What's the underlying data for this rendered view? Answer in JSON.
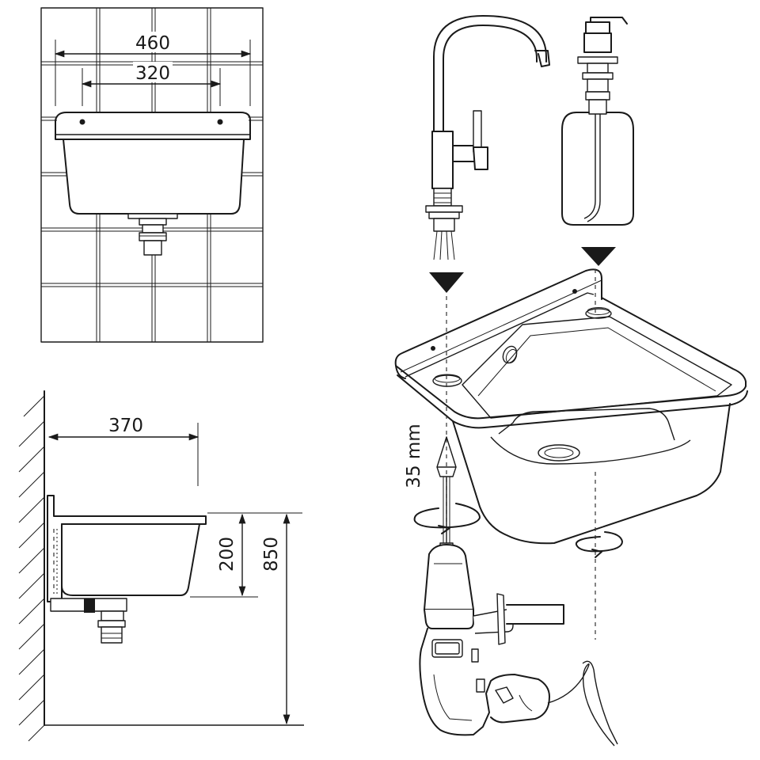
{
  "dimensions": {
    "outer_width": "460",
    "hole_spacing": "320",
    "depth": "370",
    "bowl_height": "200",
    "mount_height": "850",
    "drill_size": "35 mm"
  },
  "colors": {
    "ink": "#1a1a1a",
    "background": "#ffffff"
  }
}
